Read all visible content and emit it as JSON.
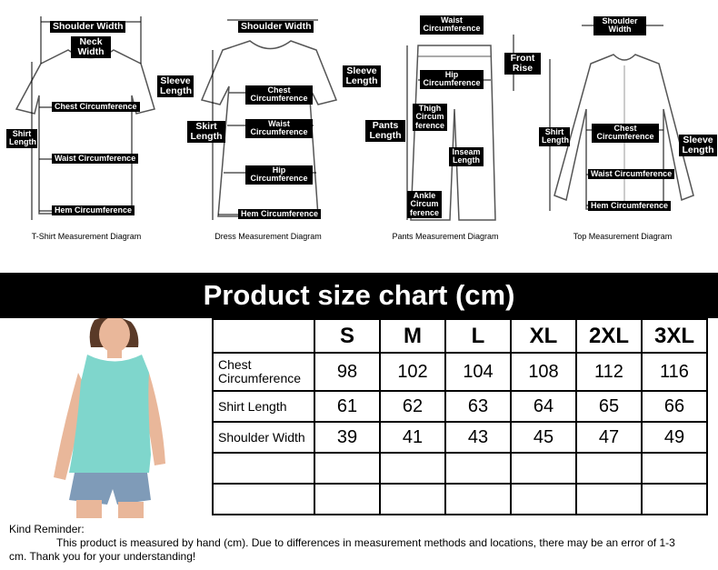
{
  "diagrams": {
    "tshirt": {
      "caption": "T-Shirt Measurement Diagram",
      "labels": {
        "shoulder_width": "Shoulder Width",
        "neck_width": "Neck Width",
        "sleeve_length": "Sleeve Length",
        "shirt_length": "Shirt Length",
        "chest": "Chest Circumference",
        "waist": "Waist Circumference",
        "hem": "Hem Circumference"
      }
    },
    "dress": {
      "caption": "Dress Measurement Diagram",
      "labels": {
        "shoulder_width": "Shoulder Width",
        "sleeve_length": "Sleeve Length",
        "skirt_length": "Skirt Length",
        "chest": "Chest Circumference",
        "waist": "Waist Circumference",
        "hip": "Hip Circumference",
        "hem": "Hem Circumference"
      }
    },
    "pants": {
      "caption": "Pants Measurement Diagram",
      "labels": {
        "waist": "Waist Circumference",
        "front_rise": "Front Rise",
        "hip": "Hip Circumference",
        "pants_length": "Pants Length",
        "thigh": "Thigh Circum ference",
        "inseam": "Inseam Length",
        "ankle": "Ankle Circum ference"
      }
    },
    "top": {
      "caption": "Top Measurement Diagram",
      "labels": {
        "shoulder_width": "Shoulder Width",
        "shirt_length": "Shirt Length",
        "chest": "Chest Circumference",
        "sleeve_length": "Sleeve Length",
        "waist": "Waist Circumference",
        "hem": "Hem Circumference"
      }
    }
  },
  "banner_title": "Product size chart  (cm)",
  "table": {
    "sizes": [
      "S",
      "M",
      "L",
      "XL",
      "2XL",
      "3XL"
    ],
    "rows": [
      {
        "label": "Chest Circumference",
        "values": [
          "98",
          "102",
          "104",
          "108",
          "112",
          "116"
        ]
      },
      {
        "label": "Shirt Length",
        "values": [
          "61",
          "62",
          "63",
          "64",
          "65",
          "66"
        ]
      },
      {
        "label": "Shoulder Width",
        "values": [
          "39",
          "41",
          "43",
          "45",
          "47",
          "49"
        ]
      }
    ]
  },
  "reminder": {
    "heading": "Kind Reminder:",
    "line1": "This product is measured by hand (cm). Due to differences in measurement methods and locations, there may be an error of 1-3",
    "line2": "cm. Thank you for your understanding!"
  },
  "colors": {
    "shirt": "#7fd6cc",
    "denim": "#7f9bb8",
    "banner": "#000000"
  }
}
